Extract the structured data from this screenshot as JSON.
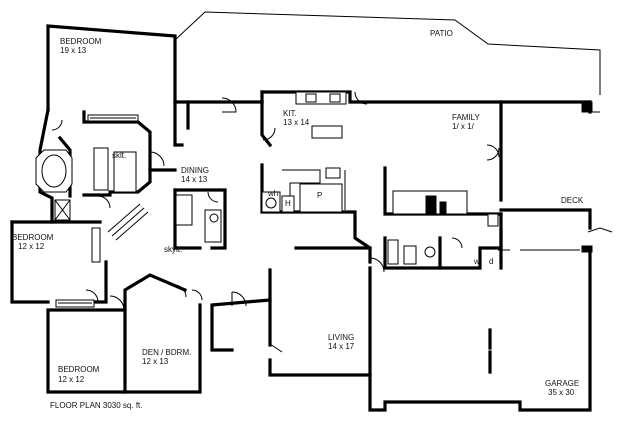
{
  "floor_plan": {
    "caption": "FLOOR PLAN  3030 sq. ft.",
    "rooms": [
      {
        "id": "patio",
        "name": "PATIO",
        "size": ""
      },
      {
        "id": "bedroom-master",
        "name": "BEDROOM",
        "size": "19 x 13"
      },
      {
        "id": "kitchen",
        "name": "KIT.",
        "size": "13 x 14"
      },
      {
        "id": "family",
        "name": "FAMILY",
        "size": "1/ x 1/"
      },
      {
        "id": "dining",
        "name": "DINING",
        "size": "14 x 13"
      },
      {
        "id": "bedroom-west",
        "name": "BEDROOM",
        "size": "12 x 12"
      },
      {
        "id": "bedroom-south",
        "name": "BEDROOM",
        "size": "12 x 12"
      },
      {
        "id": "den",
        "name": "DEN / BDRM.",
        "size": "12 x 13"
      },
      {
        "id": "living",
        "name": "LIVING",
        "size": "14 x 17"
      },
      {
        "id": "garage",
        "name": "GARAGE",
        "size": "35 x 30"
      },
      {
        "id": "deck",
        "name": "DECK",
        "size": ""
      }
    ],
    "fixture_labels": {
      "skylight_bath": "sklt.",
      "skylight_hall": "skylt.",
      "pantry": "P",
      "washer": "w",
      "dryer": "d",
      "water_heater": "wh",
      "hood": "H"
    }
  }
}
